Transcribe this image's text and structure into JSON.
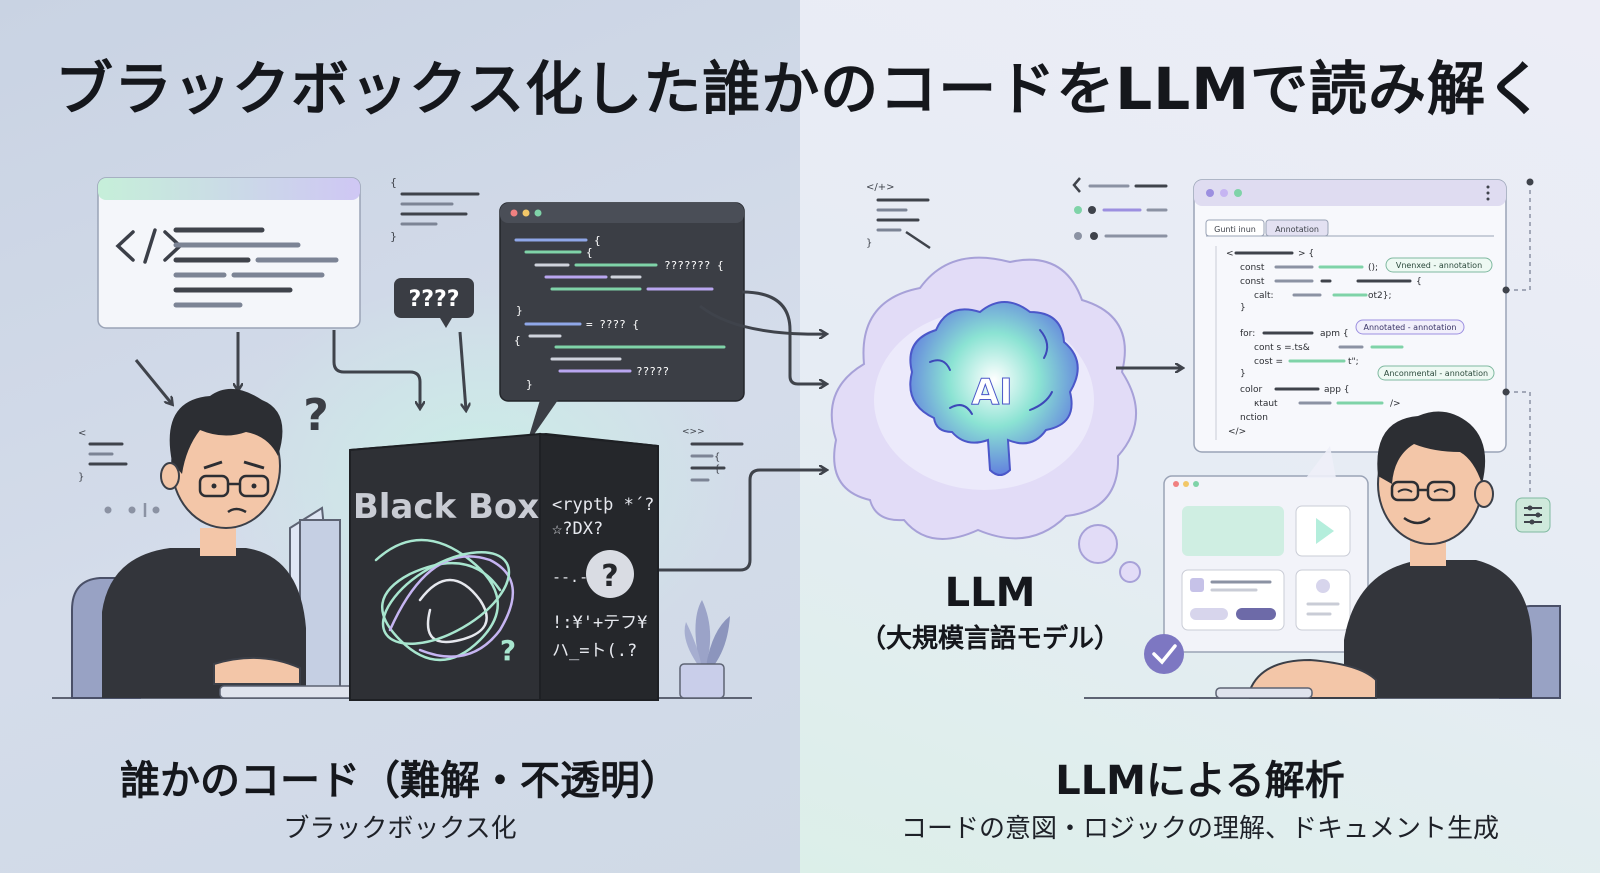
{
  "title": "ブラックボックス化した誰かのコードをLLMで読み解く",
  "left": {
    "caption": "誰かのコード（難解・不透明）",
    "subcaption": "ブラックボックス化",
    "question_bubble": "????",
    "question_mark": "?",
    "black_box": {
      "label": "Black Box",
      "side_text_1": "<ryptþ *´?",
      "side_text_2": "☆?DX?",
      "side_text_3": "--.-",
      "side_text_4": "!:¥'+テフ¥",
      "side_text_5": "ハ_=ト(.?",
      "side_q": "?",
      "front_q": "?"
    },
    "editor": {
      "code_1": "{",
      "code_2": "{",
      "code_3": "??????? {",
      "code_4": "}",
      "code_5": "= ???? {",
      "code_6": "{",
      "code_7": "?????",
      "code_8": "}"
    }
  },
  "center": {
    "ai_label": "AI",
    "llm_name": "LLM",
    "llm_sub": "（大規模言語モデル）"
  },
  "right": {
    "caption": "LLMによる解析",
    "subcaption": "コードの意図・ロジックの理解、ドキュメント生成",
    "annotated": {
      "tab_1": "Gunti inun",
      "tab_2": "Annotation",
      "lines": [
        "<",
        "> {",
        "const",
        "();",
        "const",
        "{",
        "calt:",
        "ot2};",
        "}",
        "for:",
        "apm {",
        "cont s =.ts&",
        "cost =",
        "t\";",
        "}",
        "color",
        "app {",
        "κtaut",
        "/>",
        "nction",
        "</>"
      ],
      "tags": [
        "Vnenxed - annotation",
        "Annotated - annotation",
        "Anconmental - annotation"
      ]
    }
  },
  "snippets": {
    "s1": "{",
    "s2": "}",
    "s3": "</+>",
    "s4": "}",
    "s5": "<",
    "s6": "}",
    "s7": "<>>",
    "s8": "{",
    "s9": "{"
  },
  "colors": {
    "accent_green": "#7fd3a8",
    "accent_purple": "#9c8fe0",
    "box_dark": "#2e3035",
    "cloud": "#e2dcf7"
  }
}
